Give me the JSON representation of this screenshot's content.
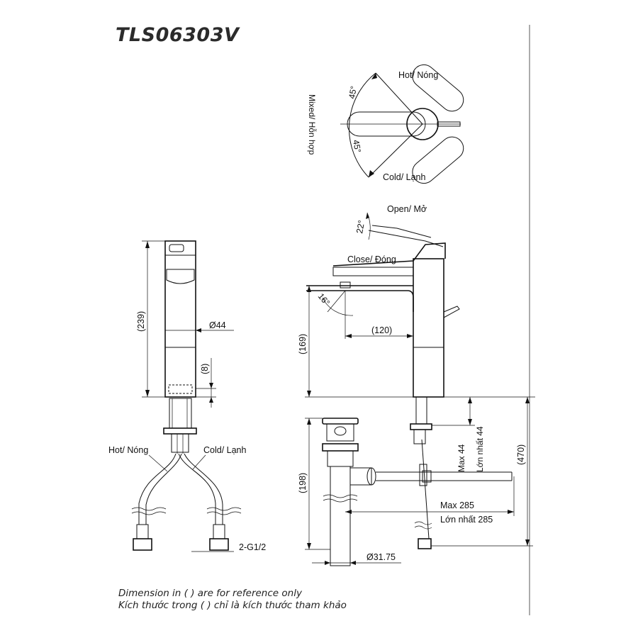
{
  "title": "TLS06303V",
  "top_view": {
    "hot": "Hot/ Nóng",
    "cold": "Cold/ Lạnh",
    "mixed": "Mixed/ Hỗn hợp",
    "angle_hot": "45°",
    "angle_cold": "45°"
  },
  "side_view": {
    "open": "Open/ Mở",
    "close": "Close/ Đóng",
    "angle_lever": "22°",
    "angle_spout": "16°",
    "spout_reach": "(120)",
    "height_169": "(169)",
    "height_470": "(470)",
    "max44_en": "Max 44",
    "max44_vi": "Lớn nhất 44",
    "max285_en": "Max 285",
    "max285_vi": "Lớn nhất 285",
    "drain_198": "(198)",
    "drain_dia": "Ø31.75"
  },
  "front_view": {
    "height_239": "(239)",
    "body_dia": "Ø44",
    "gap_8": "(8)",
    "hot": "Hot/ Nóng",
    "cold": "Cold/ Lạnh",
    "thread": "2-G1/2"
  },
  "notes": {
    "en": "Dimension in ( ) are for reference only",
    "vi": "Kích thước trong ( ) chỉ là kích thước tham khảo"
  }
}
